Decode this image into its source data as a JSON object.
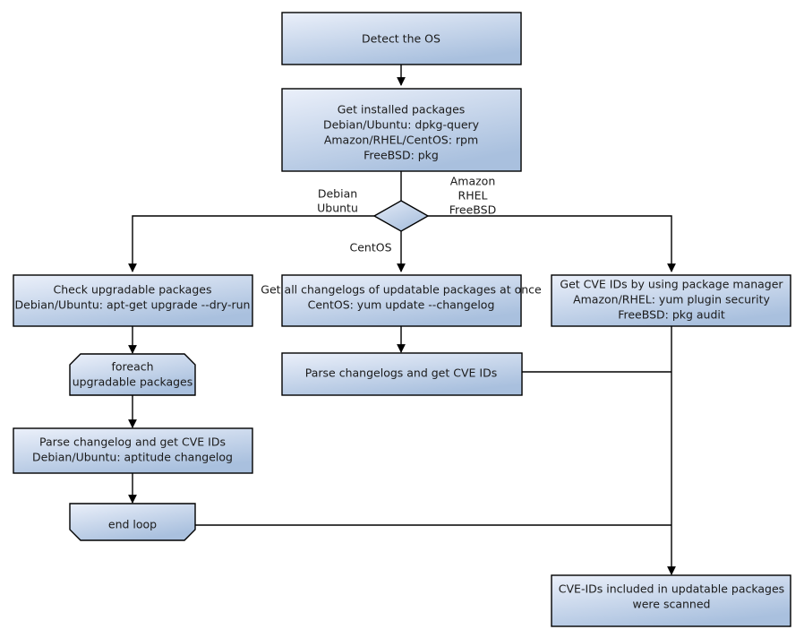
{
  "diagram": {
    "title": "OS package CVE scanning flowchart",
    "colors": {
      "node_fill_start": "#e9eff9",
      "node_fill_end": "#a9c0de",
      "node_stroke": "#000000",
      "edge_stroke": "#000000",
      "background": "#ffffff",
      "text": "#1a1a1a"
    },
    "nodes": {
      "detect_os": {
        "shape": "rect",
        "lines": [
          "Detect the OS"
        ]
      },
      "get_installed_packages": {
        "shape": "rect",
        "lines": [
          "Get installed packages",
          "Debian/Ubuntu: dpkg-query",
          "Amazon/RHEL/CentOS: rpm",
          "FreeBSD: pkg"
        ]
      },
      "os_decision": {
        "shape": "diamond",
        "lines": []
      },
      "check_upgradable": {
        "shape": "rect",
        "lines": [
          "Check upgradable packages",
          "Debian/Ubuntu: apt-get upgrade --dry-run"
        ]
      },
      "get_all_changelogs": {
        "shape": "rect",
        "lines": [
          "Get all changelogs of updatable packages at once",
          "CentOS: yum update --changelog"
        ]
      },
      "get_cve_ids_pkg_manager": {
        "shape": "rect",
        "lines": [
          "Get CVE IDs by using package manager",
          "Amazon/RHEL: yum plugin security",
          "FreeBSD: pkg audit"
        ]
      },
      "foreach_loop": {
        "shape": "loop-start",
        "lines": [
          "foreach",
          "upgradable  packages"
        ]
      },
      "parse_changelogs_center": {
        "shape": "rect",
        "lines": [
          "Parse changelogs and get CVE IDs"
        ]
      },
      "parse_changelog_left": {
        "shape": "rect",
        "lines": [
          "Parse changelog and get  CVE IDs",
          "Debian/Ubuntu: aptitude changelog"
        ]
      },
      "end_loop": {
        "shape": "loop-end",
        "lines": [
          "end loop"
        ]
      },
      "scanned_result": {
        "shape": "rect",
        "lines": [
          "CVE-IDs included in updatable packages",
          "were scanned"
        ]
      }
    },
    "edge_labels": {
      "left_branch": [
        "Debian",
        "Ubuntu"
      ],
      "right_branch": [
        "Amazon",
        "RHEL",
        "FreeBSD"
      ],
      "down_branch": [
        "CentOS"
      ]
    }
  }
}
